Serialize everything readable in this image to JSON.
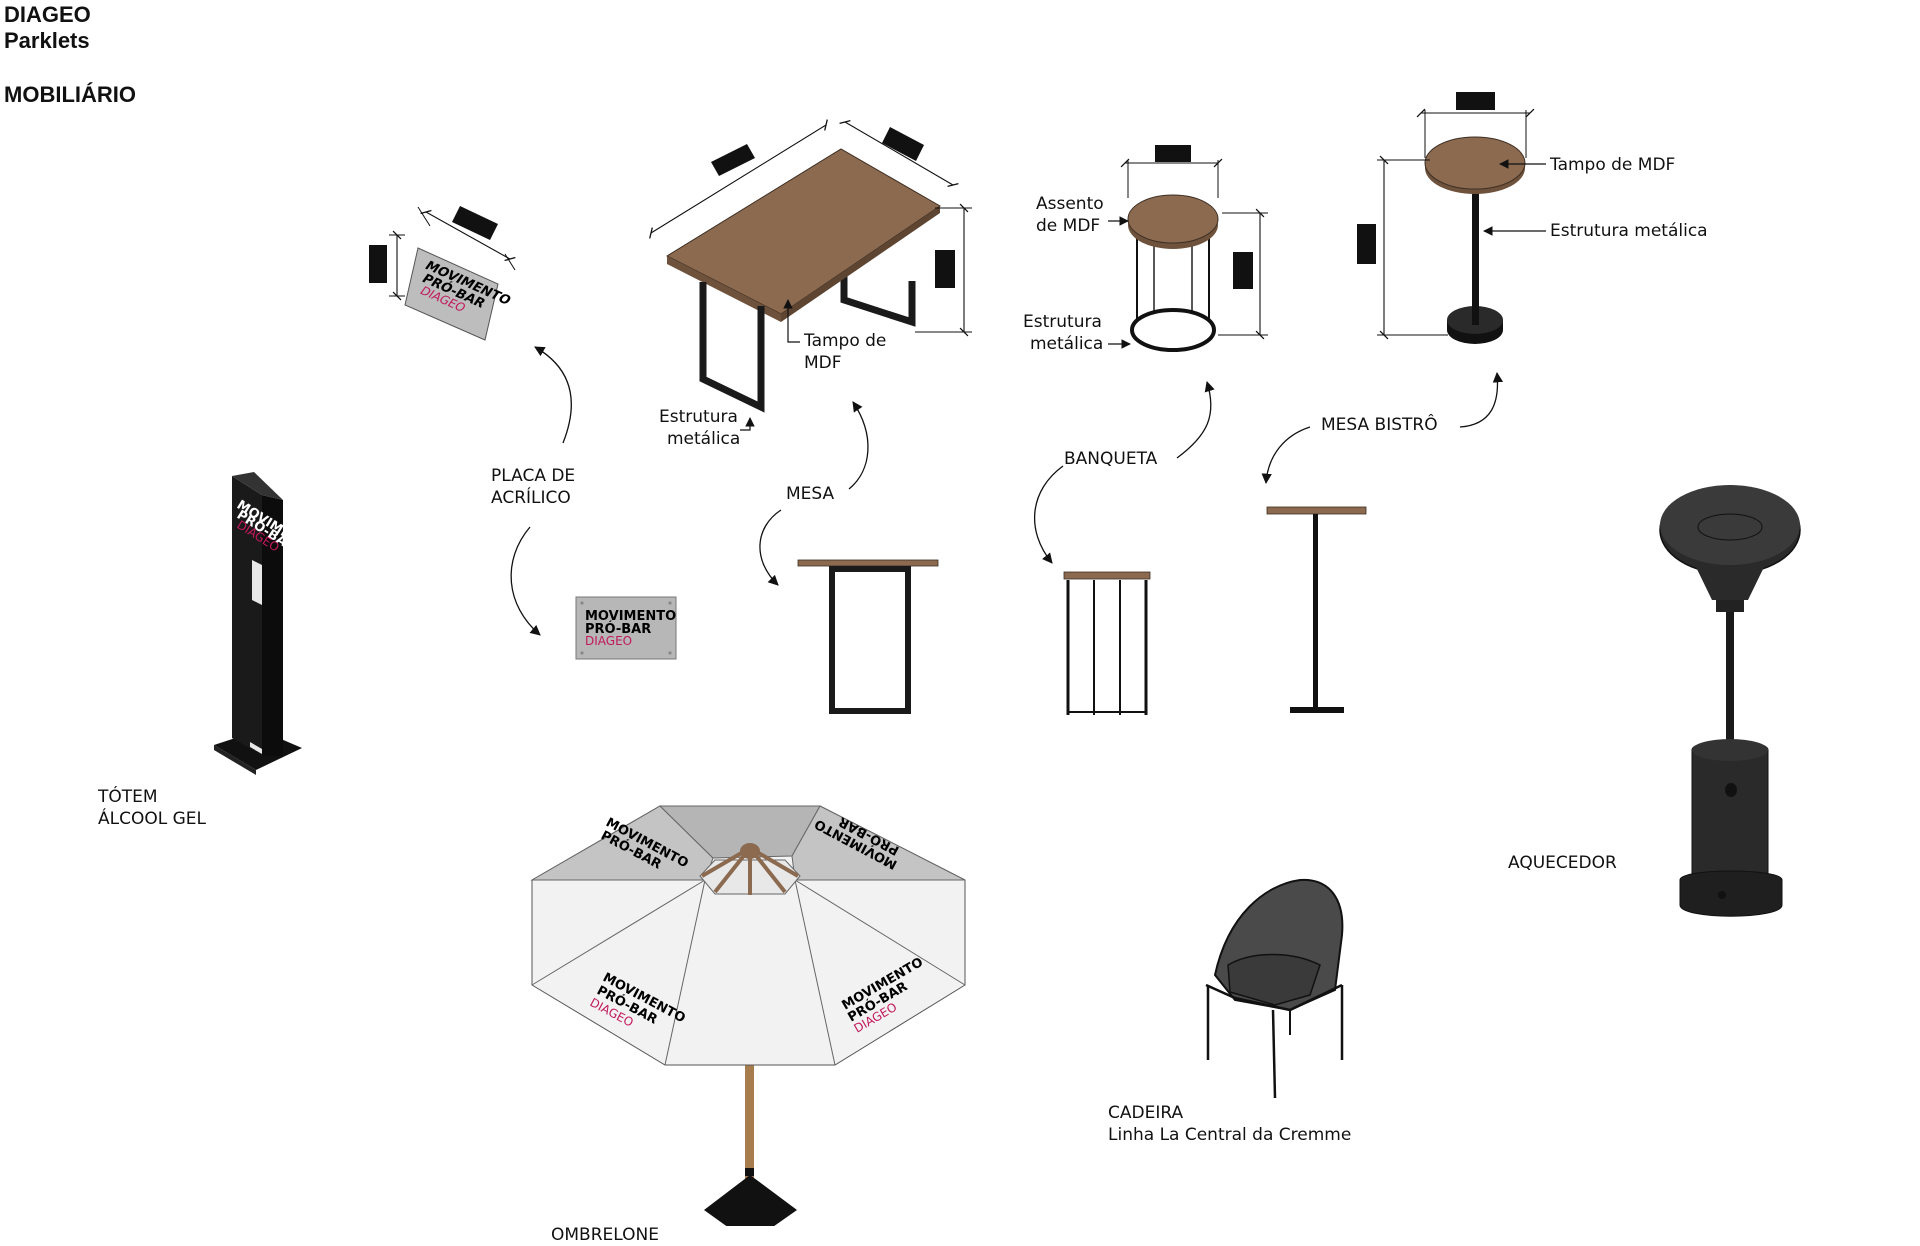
{
  "header": {
    "brand": "DIAGEO",
    "project": "Parklets",
    "section": "MOBILIÁRIO"
  },
  "items": {
    "placa": {
      "label_line1": "PLACA DE",
      "label_line2": "ACRÍLICO"
    },
    "mesa": {
      "label": "MESA",
      "top_note_line1": "Tampo de",
      "top_note_line2": "MDF",
      "frame_note_line1": "Estrutura",
      "frame_note_line2": "metálica"
    },
    "banqueta": {
      "label": "BANQUETA",
      "seat_note_line1": "Assento",
      "seat_note_line2": "de MDF",
      "frame_note_line1": "Estrutura",
      "frame_note_line2": "metálica"
    },
    "bistro": {
      "label": "MESA BISTRÔ",
      "top_note": "Tampo de MDF",
      "frame_note": "Estrutura metálica"
    },
    "totem": {
      "label_line1": "TÓTEM",
      "label_line2": "ÁLCOOL GEL"
    },
    "ombrelone": {
      "label": "OMBRELONE"
    },
    "cadeira": {
      "label_line1": "CADEIRA",
      "label_line2": "Linha La Central da Cremme"
    },
    "aquecedor": {
      "label": "AQUECEDOR"
    }
  },
  "branding": {
    "line1": "MOVIMENTO",
    "line2": "PRÓ-BAR",
    "line3": "DIAGEO"
  },
  "colors": {
    "wood": "#8b6a50",
    "metal": "#1a1a1a",
    "brand_red": "#c2185b",
    "umbrella_light": "#efefef",
    "umbrella_dark": "#b9b9b9",
    "plaque": "#b7b7b7"
  }
}
